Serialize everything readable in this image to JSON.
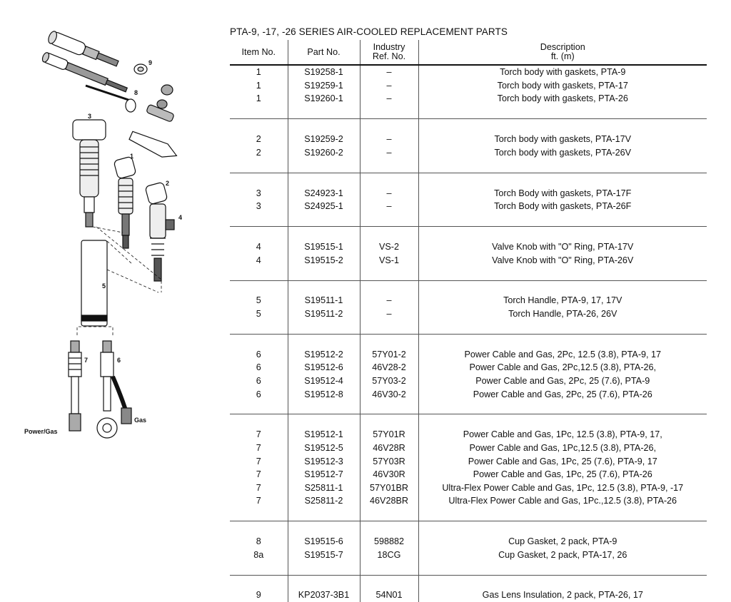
{
  "diagram": {
    "labels": {
      "n9": "9",
      "n8": "8",
      "n3": "3",
      "n1": "1",
      "n2": "2",
      "n4": "4",
      "n5": "5",
      "n7": "7",
      "n6": "6",
      "power_gas": "Power/Gas",
      "gas": "Gas"
    }
  },
  "heading": "PTA-9, -17, -26 SERIES AIR-COOLED REPLACEMENT PARTS",
  "table": {
    "headers": {
      "item": "Item No.",
      "part": "Part No.",
      "industry_1": "Industry",
      "industry_2": "Ref. No.",
      "desc_1": "Description",
      "desc_2": "ft. (m)"
    },
    "groups": [
      {
        "rows": [
          {
            "item": "1",
            "part": "S19258-1",
            "ref": "–",
            "desc": "Torch body with gaskets, PTA-9"
          },
          {
            "item": "1",
            "part": "S19259-1",
            "ref": "–",
            "desc": "Torch body with gaskets, PTA-17"
          },
          {
            "item": "1",
            "part": "S19260-1",
            "ref": "–",
            "desc": "Torch body with gaskets, PTA-26"
          }
        ]
      },
      {
        "rows": [
          {
            "item": "2",
            "part": "S19259-2",
            "ref": "–",
            "desc": "Torch body with gaskets, PTA-17V"
          },
          {
            "item": "2",
            "part": "S19260-2",
            "ref": "–",
            "desc": "Torch body with gaskets, PTA-26V"
          }
        ]
      },
      {
        "rows": [
          {
            "item": "3",
            "part": "S24923-1",
            "ref": "–",
            "desc": "Torch Body with gaskets, PTA-17F"
          },
          {
            "item": "3",
            "part": "S24925-1",
            "ref": "–",
            "desc": "Torch Body with gaskets, PTA-26F"
          }
        ]
      },
      {
        "rows": [
          {
            "item": "4",
            "part": "S19515-1",
            "ref": "VS-2",
            "desc": "Valve Knob with \"O\" Ring, PTA-17V"
          },
          {
            "item": "4",
            "part": "S19515-2",
            "ref": "VS-1",
            "desc": "Valve Knob with \"O\" Ring, PTA-26V"
          }
        ]
      },
      {
        "rows": [
          {
            "item": "5",
            "part": "S19511-1",
            "ref": "–",
            "desc": "Torch Handle, PTA-9, 17, 17V"
          },
          {
            "item": "5",
            "part": "S19511-2",
            "ref": "–",
            "desc": "Torch Handle, PTA-26, 26V"
          }
        ]
      },
      {
        "rows": [
          {
            "item": "6",
            "part": "S19512-2",
            "ref": "57Y01-2",
            "desc": "Power Cable and Gas, 2Pc, 12.5 (3.8), PTA-9, 17"
          },
          {
            "item": "6",
            "part": "S19512-6",
            "ref": "46V28-2",
            "desc": "Power Cable and Gas, 2Pc,12.5 (3.8), PTA-26,"
          },
          {
            "item": "6",
            "part": "S19512-4",
            "ref": "57Y03-2",
            "desc": "Power Cable and Gas, 2Pc, 25 (7.6), PTA-9"
          },
          {
            "item": "6",
            "part": "S19512-8",
            "ref": "46V30-2",
            "desc": "Power Cable and Gas, 2Pc, 25 (7.6), PTA-26"
          }
        ]
      },
      {
        "rows": [
          {
            "item": "7",
            "part": "S19512-1",
            "ref": "57Y01R",
            "desc": "Power Cable and Gas, 1Pc, 12.5 (3.8), PTA-9, 17,"
          },
          {
            "item": "7",
            "part": "S19512-5",
            "ref": "46V28R",
            "desc": "Power Cable and Gas, 1Pc,12.5 (3.8), PTA-26,"
          },
          {
            "item": "7",
            "part": "S19512-3",
            "ref": "57Y03R",
            "desc": "Power Cable and Gas, 1Pc, 25 (7.6), PTA-9, 17"
          },
          {
            "item": "7",
            "part": "S19512-7",
            "ref": "46V30R",
            "desc": "Power Cable and Gas, 1Pc, 25 (7.6), PTA-26"
          },
          {
            "item": "7",
            "part": "S25811-1",
            "ref": "57Y01BR",
            "desc": "Ultra-Flex Power Cable and Gas, 1Pc, 12.5 (3.8), PTA-9, -17"
          },
          {
            "item": "7",
            "part": "S25811-2",
            "ref": "46V28BR",
            "desc": "Ultra-Flex Power Cable and Gas, 1Pc.,12.5 (3.8), PTA-26"
          }
        ]
      },
      {
        "rows": [
          {
            "item": "8",
            "part": "S19515-6",
            "ref": "598882",
            "desc": "Cup Gasket, 2 pack, PTA-9"
          },
          {
            "item": "8a",
            "part": "S19515-7",
            "ref": "18CG",
            "desc": "Cup Gasket, 2 pack, PTA-17, 26"
          }
        ]
      },
      {
        "rows": [
          {
            "item": "9",
            "part": "KP2037-3B1",
            "ref": "54N01",
            "desc": "Gas Lens Insulation, 2 pack, PTA-26, 17"
          }
        ]
      }
    ]
  }
}
